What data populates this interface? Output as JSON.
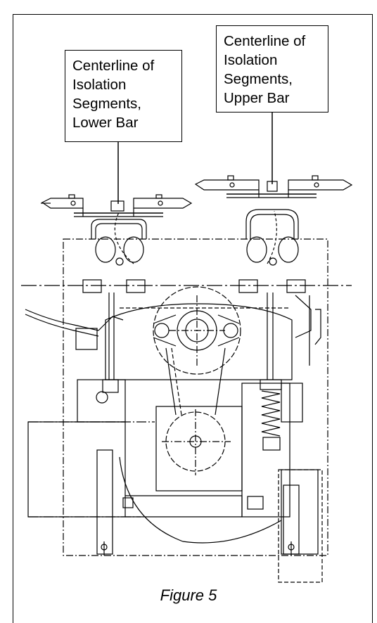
{
  "callouts": {
    "lower": [
      "Centerline of",
      "Isolation",
      "Segments,",
      "Lower Bar"
    ],
    "upper": [
      "Centerline of",
      "Isolation",
      "Segments,",
      "Upper Bar"
    ]
  },
  "caption": "Figure 5",
  "colors": {
    "line": "#000000",
    "background": "#ffffff"
  }
}
